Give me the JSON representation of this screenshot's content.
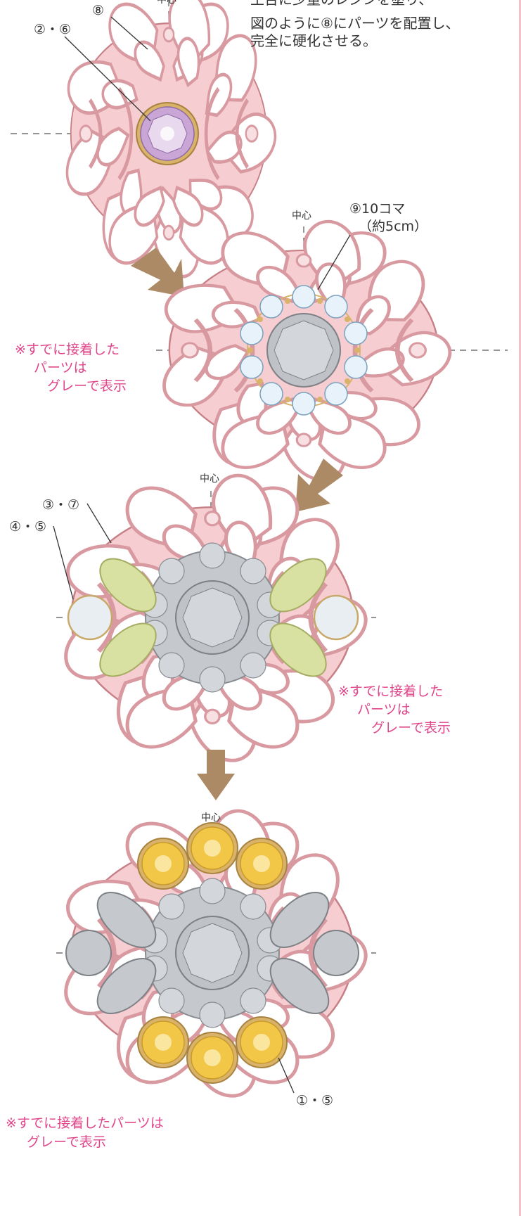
{
  "instruction": {
    "cut_line": "土台に少量のレジンを塗り、",
    "line1": "図のように⑧にパーツを配置し、",
    "line2": "完全に硬化させる。"
  },
  "steps": [
    {
      "center_label": "中心",
      "callouts": [
        "⑧",
        "②・⑥"
      ]
    },
    {
      "center_label": "中心",
      "callout_line1": "⑨10コマ",
      "callout_line2": "（約5cm）",
      "note": [
        "※すでに接着した",
        "パーツは",
        "グレーで表示"
      ]
    },
    {
      "center_label": "中心",
      "callouts": [
        "③・⑦",
        "④・⑤"
      ],
      "note": [
        "※すでに接着した",
        "パーツは",
        "グレーで表示"
      ]
    },
    {
      "center_label": "中心",
      "callouts": [
        "①・⑤"
      ],
      "note": [
        "※すでに接着したパーツは",
        "グレーで表示"
      ]
    }
  ],
  "colors": {
    "filigree": "#f0b8bc",
    "filigree_outline": "#c77f86",
    "amethyst": "#c9a6d6",
    "crystal": "#e8f2fa",
    "gray_parts": "#bfc3c8",
    "peridot": "#d8e0a2",
    "moonstone": "#e9eef3",
    "citrine": "#f2c748",
    "gold": "#d9b36a",
    "arrow": "#ad8a66",
    "note_text": "#e0458a"
  }
}
